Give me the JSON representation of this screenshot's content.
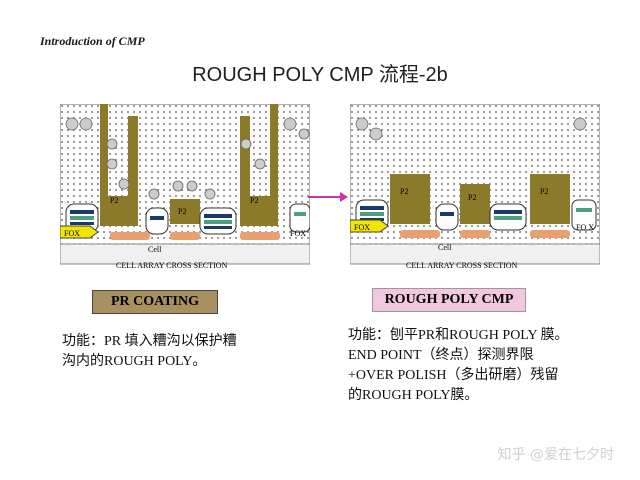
{
  "header": {
    "text": "Introduction of CMP"
  },
  "title": "ROUGH POLY CMP 流程-2b",
  "left_panel": {
    "labels": {
      "p2": "P2",
      "fox": "FOX",
      "fox_right": "FOX",
      "cell": "Cell",
      "section": "CELL ARRAY CROSS\nSECTION"
    },
    "box_label": "PR COATING",
    "caption": "功能：PR 填入糟沟以保护糟\n沟内的ROUGH POLY。"
  },
  "right_panel": {
    "labels": {
      "p2": "P2",
      "fox": "FOX",
      "fox_right": "FO\nX",
      "cell": "Cell",
      "section": "CELL ARRAY CROSS\nSECTION"
    },
    "box_label": "ROUGH POLY CMP",
    "caption": "功能：刨平PR和ROUGH POLY 膜。\nEND POINT（终点）探测界限\n+OVER POLISH（多出研磨）残留\n的ROUGH POLY膜。"
  },
  "watermark": "知乎 @爱在七夕时",
  "colors": {
    "poly": "#8b7a2a",
    "orange": "#e8a070",
    "box_left_fill": "#a89060",
    "box_right_fill": "#f2c8e0",
    "arrow": "#cc33aa"
  }
}
